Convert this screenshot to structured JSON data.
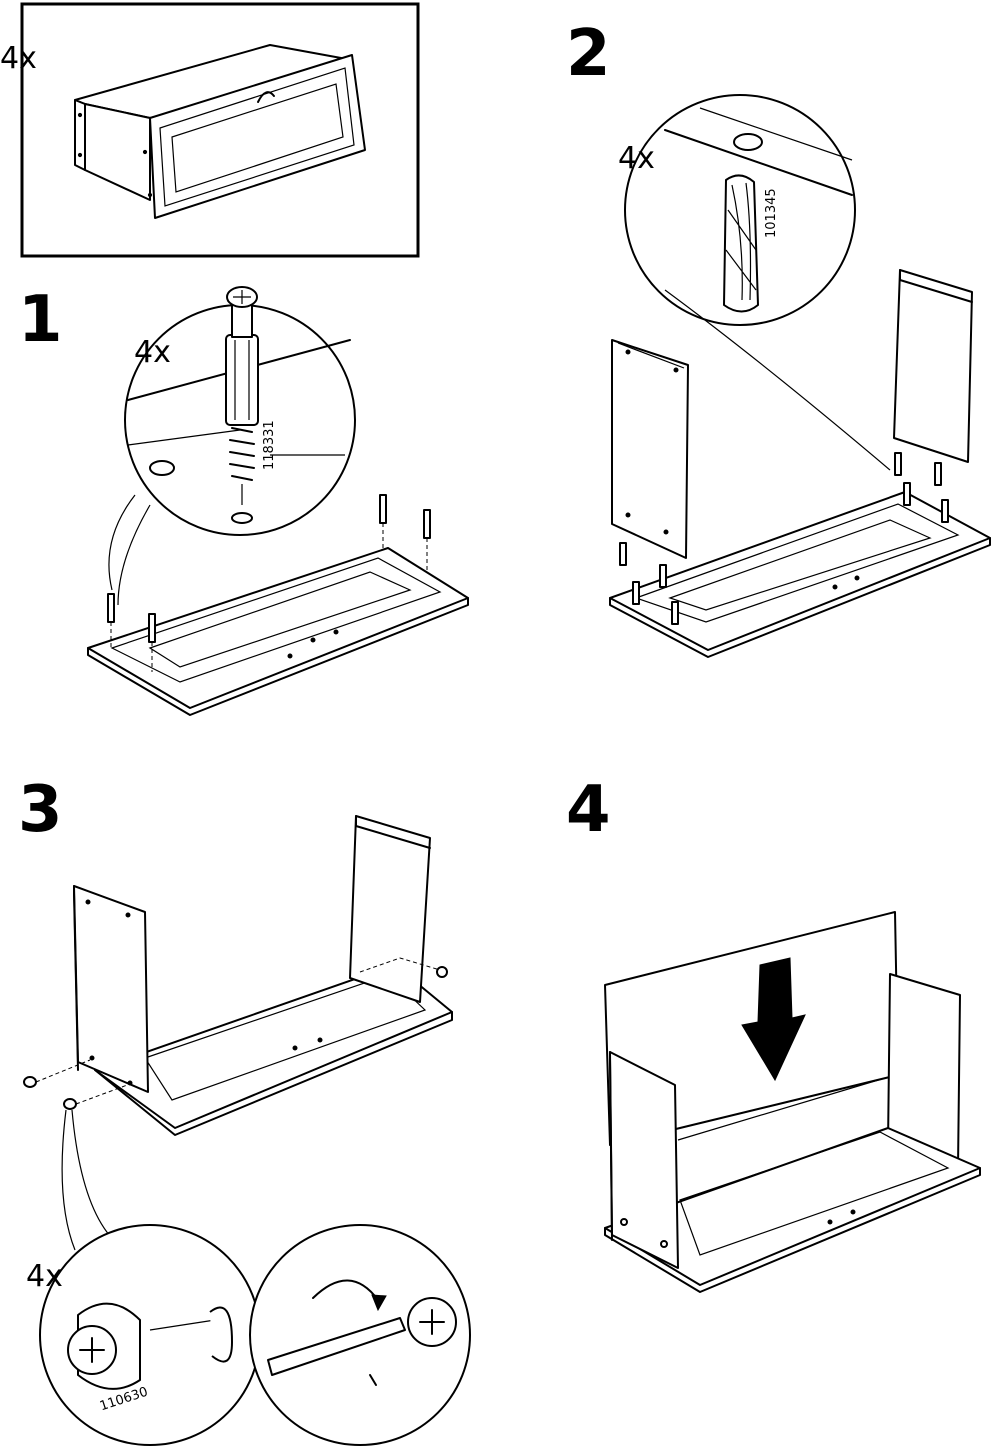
{
  "header": {
    "quantity_label": "4x"
  },
  "steps": [
    {
      "number": "1",
      "quantity": "4x",
      "part_number": "118331"
    },
    {
      "number": "2",
      "quantity": "4x",
      "part_number": "101345"
    },
    {
      "number": "3",
      "quantity": "4x",
      "part_number": "110630"
    },
    {
      "number": "4"
    }
  ]
}
